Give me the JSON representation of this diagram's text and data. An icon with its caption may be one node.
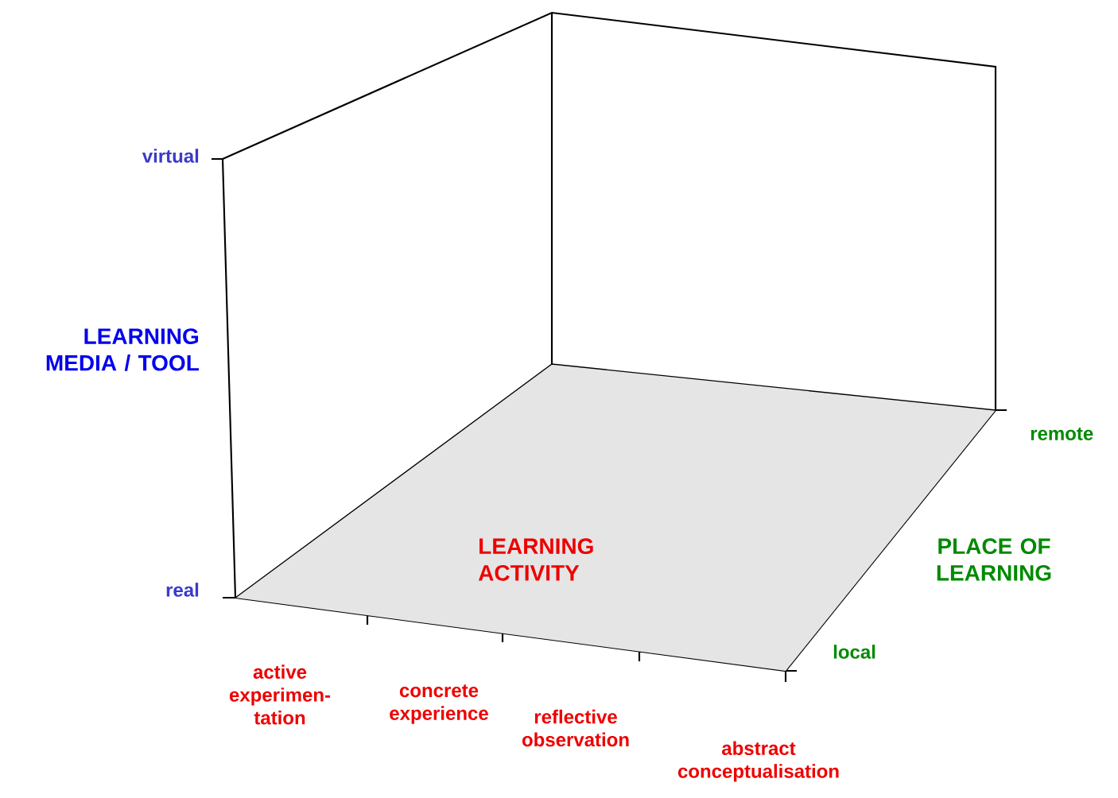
{
  "diagram": {
    "nodes": [
      {
        "text": [
          "LEARNING ACTIVITY"
        ]
      }
    ],
    "labels": [
      "virtual",
      "LEARNING MEDIA / TOOL",
      "remote",
      "PLACE OF LEARNING",
      "real",
      "local",
      "active experimen- tation",
      "concrete experience",
      "reflective observation",
      "abstract conceptualisation"
    ]
  }
}
